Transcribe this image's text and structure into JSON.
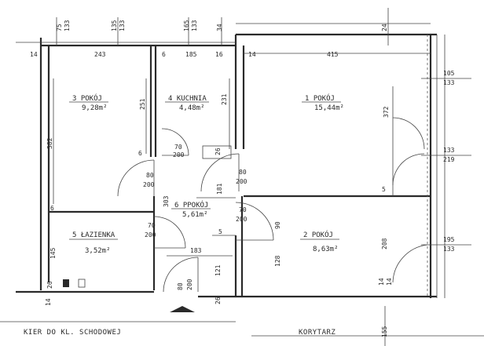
{
  "rooms": {
    "r1": {
      "label": "1  POKÓJ",
      "area": "15,44m²"
    },
    "r2": {
      "label": "2  POKÓJ",
      "area": "8,63m²"
    },
    "r3": {
      "label": "3  POKÓJ",
      "area": "9,28m²"
    },
    "r4": {
      "label": "4  KUCHNIA",
      "area": "4,48m²"
    },
    "r5": {
      "label": "5  ŁAZIENKA",
      "area": "3,52m²"
    },
    "r6": {
      "label": "6  PPOKÓJ",
      "area": "5,61m²"
    }
  },
  "labels": {
    "stairs": "KIER DO KL. SCHODOWEJ",
    "corridor": "KORYTARZ"
  },
  "dims": {
    "top_75": "75",
    "top_133a": "133",
    "top_135": "135",
    "top_133b": "133",
    "top_165": "165",
    "top_133c": "133",
    "top_34": "34",
    "top_24": "24",
    "row_14a": "14",
    "row_243": "243",
    "row_6a": "6",
    "row_185": "185",
    "row_16a": "16",
    "row_14b": "14",
    "row_415": "415",
    "v_251": "251",
    "v_231": "231",
    "v_372": "372",
    "v_382": "382",
    "r_105": "105",
    "r_133a": "133",
    "r_133b": "133",
    "r_219": "219",
    "r_195": "195",
    "r_133c": "133",
    "d_70a": "70",
    "d_200a": "200",
    "d_80a": "80",
    "d_200b": "200",
    "d_80b": "80",
    "d_200c": "200",
    "d_70b": "70",
    "d_200d": "200",
    "d_70c": "70",
    "d_200e": "200",
    "d_80c": "80",
    "d_200f": "200",
    "v_303": "303",
    "v_181": "181",
    "v_90": "90",
    "v_128": "128",
    "v_208": "208",
    "v_145": "145",
    "v_121": "121",
    "h_183": "183",
    "s_6a": "6",
    "s_6b": "6",
    "s_5a": "5",
    "s_5b": "5",
    "s_26a": "26",
    "s_26b": "26",
    "s_26c": "26",
    "b_14a": "14",
    "b_14b": "14",
    "b_14c": "14",
    "b_155": "155"
  }
}
